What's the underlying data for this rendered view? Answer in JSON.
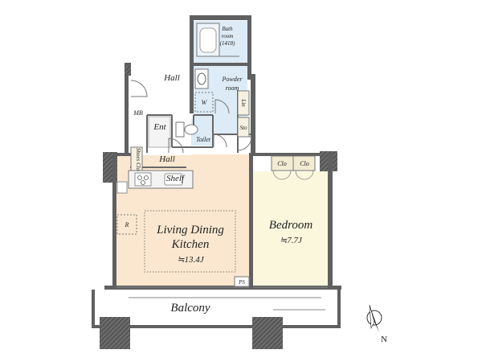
{
  "colors": {
    "wall": "#606060",
    "wall_hatch": "#3a3a3a",
    "ldk_floor": "#fbe7cf",
    "bedroom_floor": "#fbf7dd",
    "wet_floor": "#dcebf6",
    "hall_floor": "#ffffff",
    "line": "#555555",
    "closet_fill": "#f3ecd2"
  },
  "rooms": {
    "bath": {
      "line1": "Bath",
      "line2": "room",
      "line3": "(1418)"
    },
    "powder": {
      "line1": "Powder",
      "line2": "room"
    },
    "washer": "W",
    "linen": "Lin",
    "storage": "Sto",
    "toilet": "Toilet",
    "hall_upper": "Hall",
    "hall_lower": "Hall",
    "meter_box": "MB",
    "entrance": "Ent",
    "shoes_closet": "Shoes Clo",
    "shelf": "Shelf",
    "refrigerator": "R",
    "ldk": {
      "line1": "Living Dining",
      "line2": "Kitchen",
      "area": "≒13.4J"
    },
    "bedroom": {
      "line1": "Bedroom",
      "area": "≒7.7J"
    },
    "closet_left": "Clo",
    "closet_right": "Clo",
    "pipe_space": "PS",
    "balcony": "Balcony"
  },
  "compass": {
    "label": "N",
    "icon": "north-arrow-icon"
  }
}
